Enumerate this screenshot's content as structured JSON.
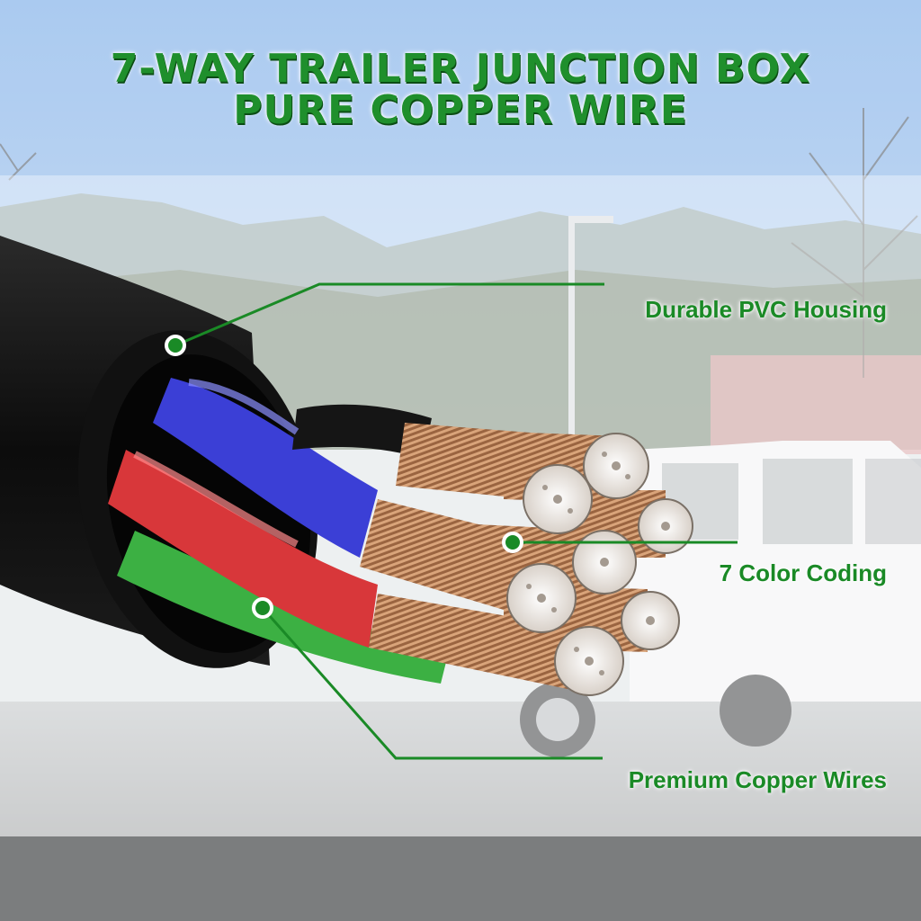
{
  "headline": {
    "line1": "7-WAY TRAILER JUNCTION BOX",
    "line2": "PURE COPPER WIRE"
  },
  "callouts": {
    "housing": "Durable PVC Housing",
    "color_coding": "7 Color Coding",
    "copper": "Premium Copper Wires"
  },
  "colors": {
    "accent_green": "#1a8a26",
    "wire_blue": "#3b3fd6",
    "wire_red": "#d8373a",
    "wire_green": "#3cb043",
    "wire_black": "#151515",
    "copper": "#a8724a"
  }
}
